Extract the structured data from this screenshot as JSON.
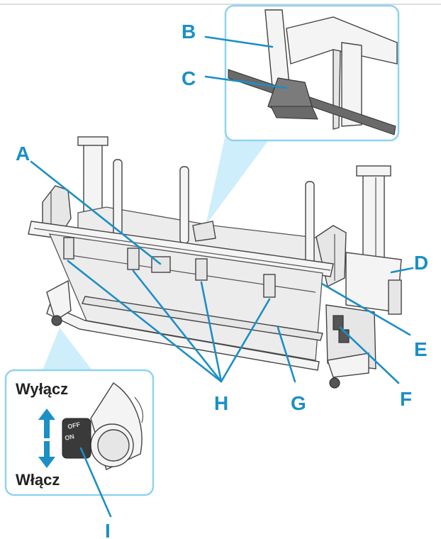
{
  "labels": {
    "A": "A",
    "B": "B",
    "C": "C",
    "D": "D",
    "E": "E",
    "F": "F",
    "G": "G",
    "H": "H",
    "I": "I"
  },
  "switch": {
    "off_label": "Wyłącz",
    "on_label": "Włącz",
    "off_marking": "OFF",
    "on_marking": "ON"
  },
  "colors": {
    "accent": "#1b8fc6",
    "callout_border": "#8fd3f0",
    "callout_fill": "#cfeefb"
  }
}
